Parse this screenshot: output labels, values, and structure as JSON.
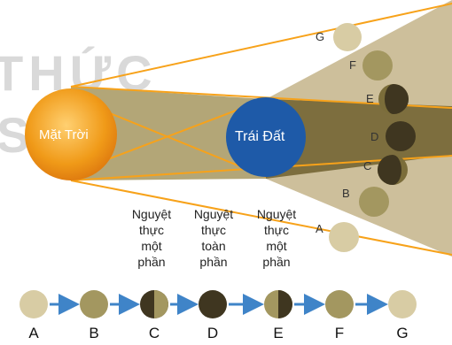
{
  "watermark": {
    "line1": "THỨC",
    "line2": "SỐNG"
  },
  "sun": {
    "label": "Mặt Trời"
  },
  "earth": {
    "label": "Trái Đất"
  },
  "moon_positions": [
    "G",
    "F",
    "E",
    "D",
    "C",
    "B",
    "A"
  ],
  "phase_labels": {
    "partial_1": [
      "Nguyệt",
      "thực",
      "một",
      "phần"
    ],
    "total": [
      "Nguyệt",
      "thực",
      "toàn",
      "phần"
    ],
    "partial_2": [
      "Nguyệt",
      "thực",
      "một",
      "phần"
    ]
  },
  "sequence_letters": [
    "A",
    "B",
    "C",
    "D",
    "E",
    "F",
    "G"
  ],
  "colors": {
    "penumbra": "#cdbf9b",
    "umbra": "#7d6e3e",
    "moon_light": "#d8cca4",
    "moon_mid": "#a39760",
    "moon_dark": "#3f3620",
    "sun": "#f09a18",
    "earth": "#1e5aa8",
    "ray": "#f7a21a",
    "arrow": "#3f84c8"
  }
}
